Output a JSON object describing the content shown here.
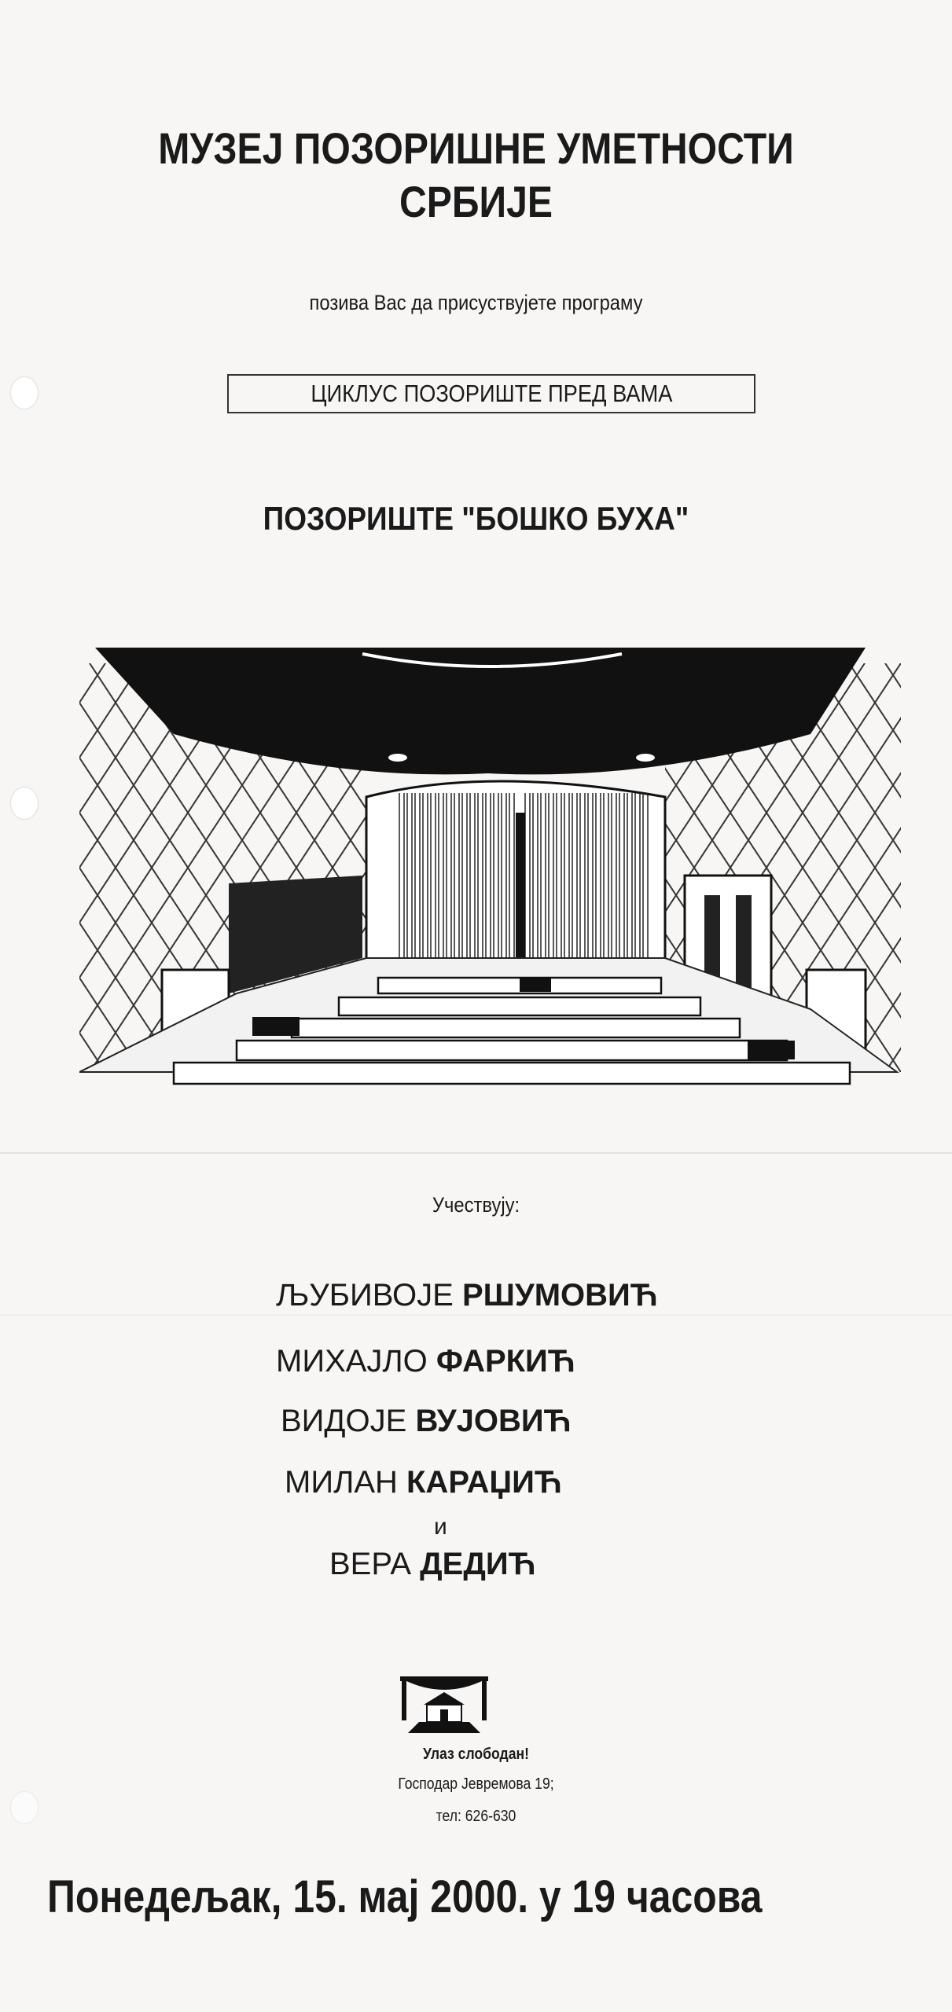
{
  "header": {
    "title_line1": "МУЗЕЈ ПОЗОРИШНЕ УМЕТНОСТИ",
    "title_line2": "СРБИЈЕ",
    "invitation": "позива Вас  да присуствујете програму",
    "cycle": "ЦИКЛУС ПОЗОРИШТЕ ПРЕД ВАМА",
    "theatre": "ПОЗОРИШТЕ \"БОШКО БУХА\""
  },
  "participants": {
    "label": "Учествују:",
    "people": [
      {
        "first": "ЉУБИВОЈЕ",
        "last": "РШУМОВИЋ"
      },
      {
        "first": "МИХАЈЛО",
        "last": "ФАРКИЋ"
      },
      {
        "first": "ВИДОЈЕ",
        "last": "ВУЈОВИЋ"
      },
      {
        "first": "МИЛАН",
        "last": "КАРАЏИЋ"
      },
      {
        "first": "ВЕРА",
        "last": "ДЕДИЋ"
      }
    ],
    "conjunction": "и"
  },
  "footer": {
    "entry": "Улаз слободан!",
    "address": "Господар Јевремова 19;",
    "phone": "тел: 626-630",
    "date": "Понедељак, 15. мај 2000. у 19 часова"
  }
}
